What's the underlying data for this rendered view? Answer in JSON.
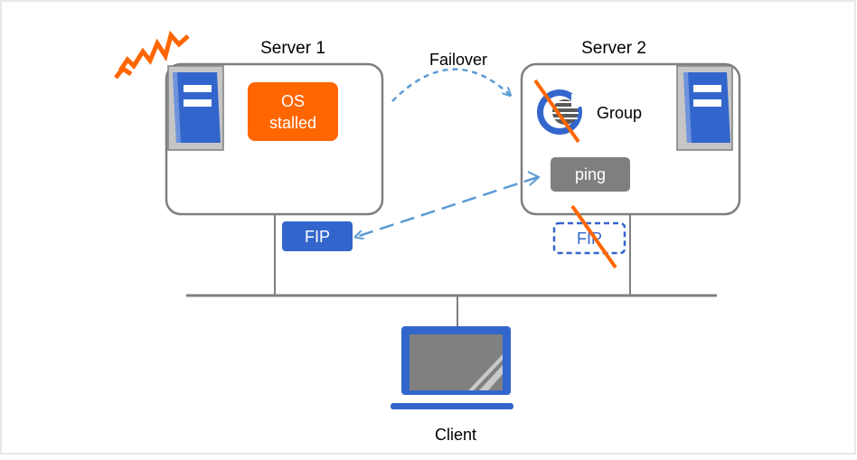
{
  "server1": {
    "title": "Server 1",
    "status_line1": "OS",
    "status_line2": "stalled",
    "fip": "FIP"
  },
  "server2": {
    "title": "Server 2",
    "group": "Group",
    "ping": "ping",
    "fip": "FIP"
  },
  "failover": {
    "label": "Failover"
  },
  "client": {
    "label": "Client"
  },
  "colors": {
    "orange": "#ff6600",
    "blue": "#3366cc",
    "light_blue_arrow": "#5b9bd5",
    "gray_box": "#7f7f7f",
    "line_gray": "#7f7f7f",
    "laptop_frame": "#3366cc",
    "laptop_screen": "#808080"
  },
  "icons": [
    "alert-burst-icon",
    "server-tower-icon",
    "group-logo-icon",
    "laptop-icon",
    "disabled-slash-icon"
  ]
}
